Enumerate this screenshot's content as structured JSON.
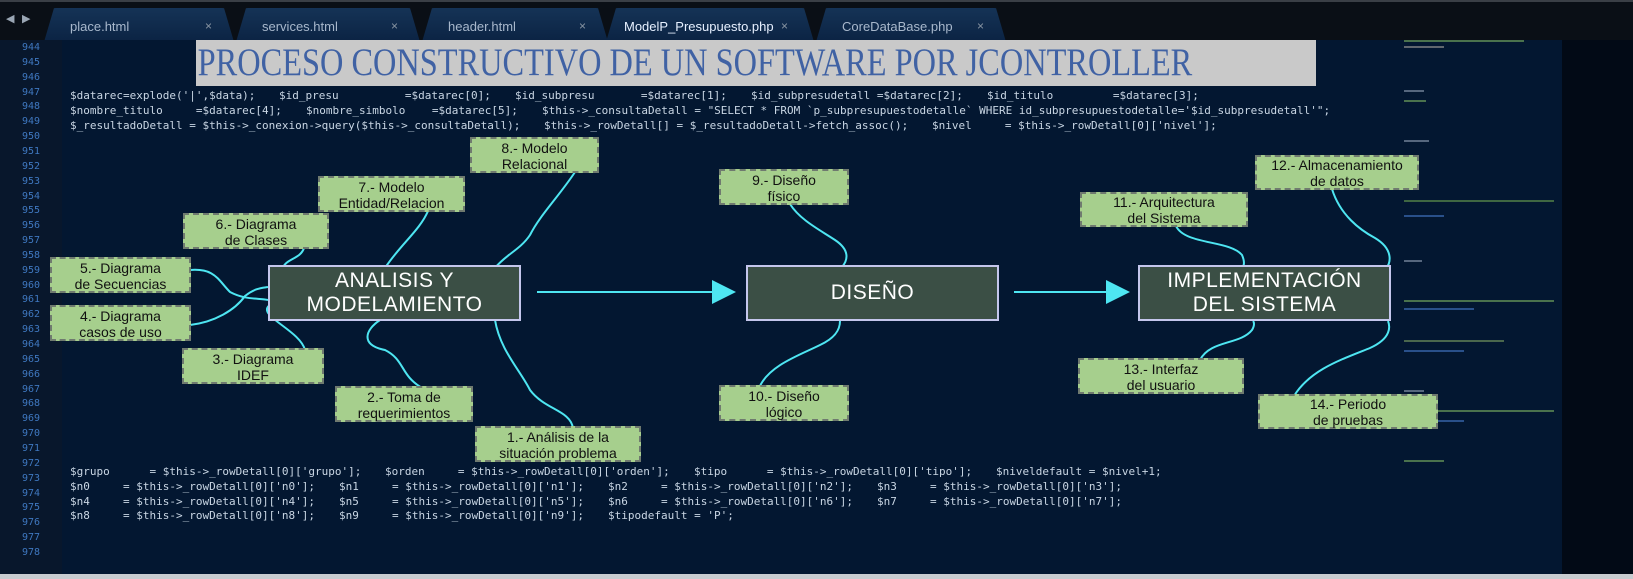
{
  "tabs": [
    {
      "label": "place.html",
      "close": "×"
    },
    {
      "label": "services.html",
      "close": "×"
    },
    {
      "label": "header.html",
      "close": "×"
    },
    {
      "label": "ModelP_Presupuesto.php",
      "close": "×",
      "active": true
    },
    {
      "label": "CoreDataBase.php",
      "close": "×"
    }
  ],
  "nav": {
    "back": "◀",
    "forward": "▶"
  },
  "code": [
    {
      "n": "944",
      "t": ""
    },
    {
      "n": "945",
      "t": ""
    },
    {
      "n": "946",
      "t": "$datarec=explode('|',$data);"
    },
    {
      "n": "947",
      "t": ""
    },
    {
      "n": "948",
      "t": "$id_presu          =$datarec[0];"
    },
    {
      "n": "949",
      "t": "$id_subpresu       =$datarec[1];"
    },
    {
      "n": "950",
      "t": "$id_subpresudetall =$datarec[2];"
    },
    {
      "n": "951",
      "t": "$id_titulo         =$datarec[3];"
    },
    {
      "n": "952",
      "t": "$nombre_titulo     =$datarec[4];"
    },
    {
      "n": "953",
      "t": "$nombre_simbolo    =$datarec[5];"
    },
    {
      "n": "954",
      "t": ""
    },
    {
      "n": "955",
      "t": ""
    },
    {
      "n": "956",
      "t": "$this->_consultaDetall = \"SELECT * FROM `p_subpresupuestodetalle` WHERE id_subpresupuestodetalle='$id_subpresudetall'\";"
    },
    {
      "n": "957",
      "t": "$_resultadoDetall = $this->_conexion->query($this->_consultaDetall);"
    },
    {
      "n": "958",
      "t": "$this->_rowDetall[] = $_resultadoDetall->fetch_assoc();"
    },
    {
      "n": "959",
      "t": ""
    },
    {
      "n": "960",
      "t": "$nivel     = $this->_rowDetall[0]['nivel'];"
    },
    {
      "n": "961",
      "t": "$grupo      = $this->_rowDetall[0]['grupo'];"
    },
    {
      "n": "962",
      "t": "$orden     = $this->_rowDetall[0]['orden'];"
    },
    {
      "n": "963",
      "t": "$tipo      = $this->_rowDetall[0]['tipo'];"
    },
    {
      "n": "964",
      "t": "$niveldefault = $nivel+1;"
    },
    {
      "n": "965",
      "t": ""
    },
    {
      "n": "966",
      "t": "$n0     = $this->_rowDetall[0]['n0'];"
    },
    {
      "n": "967",
      "t": "$n1     = $this->_rowDetall[0]['n1'];"
    },
    {
      "n": "968",
      "t": "$n2     = $this->_rowDetall[0]['n2'];"
    },
    {
      "n": "969",
      "t": "$n3     = $this->_rowDetall[0]['n3'];"
    },
    {
      "n": "970",
      "t": "$n4     = $this->_rowDetall[0]['n4'];"
    },
    {
      "n": "971",
      "t": "$n5     = $this->_rowDetall[0]['n5'];"
    },
    {
      "n": "972",
      "t": "$n6     = $this->_rowDetall[0]['n6'];"
    },
    {
      "n": "973",
      "t": "$n7     = $this->_rowDetall[0]['n7'];"
    },
    {
      "n": "974",
      "t": "$n8     = $this->_rowDetall[0]['n8'];"
    },
    {
      "n": "975",
      "t": "$n9     = $this->_rowDetall[0]['n9'];"
    },
    {
      "n": "976",
      "t": ""
    },
    {
      "n": "977",
      "t": "$tipodefault = 'P';"
    },
    {
      "n": "978",
      "t": ""
    }
  ],
  "title": "PROCESO CONSTRUCTIVO DE UN SOFTWARE POR JCONTROLLER",
  "phases": {
    "analisis": {
      "l1": "ANALISIS Y",
      "l2": "MODELAMIENTO"
    },
    "diseno": {
      "l1": "DISEÑO"
    },
    "implementacion": {
      "l1": "IMPLEMENTACIÓN",
      "l2": "DEL SISTEMA"
    }
  },
  "notes": {
    "n1": {
      "l1": "1.- Análisis de la",
      "l2": "situación problema"
    },
    "n2": {
      "l1": "2.- Toma de",
      "l2": "requerimientos"
    },
    "n3": {
      "l1": "3.- Diagrama",
      "l2": "IDEF"
    },
    "n4": {
      "l1": "4.- Diagrama",
      "l2": "casos de uso"
    },
    "n5": {
      "l1": "5.- Diagrama",
      "l2": "de Secuencias"
    },
    "n6": {
      "l1": "6.- Diagrama",
      "l2": "de Clases"
    },
    "n7": {
      "l1": "7.- Modelo",
      "l2": "Entidad/Relacion"
    },
    "n8": {
      "l1": "8.- Modelo",
      "l2": "Relacional"
    },
    "n9": {
      "l1": "9.- Diseño",
      "l2": "físico"
    },
    "n10": {
      "l1": "10.- Diseño",
      "l2": "lógico"
    },
    "n11": {
      "l1": "11.- Arquitectura",
      "l2": "del Sistema"
    },
    "n12": {
      "l1": "12.- Almacenamiento",
      "l2": "de datos"
    },
    "n13": {
      "l1": "13.- Interfaz",
      "l2": "del usuario"
    },
    "n14": {
      "l1": "14.- Periodo",
      "l2": "de pruebas"
    }
  },
  "colors": {
    "connector": "#4ee6f2",
    "note_bg": "#a6cf8d",
    "phase_bg": "#3b4f45",
    "title_text": "#4062a4"
  }
}
